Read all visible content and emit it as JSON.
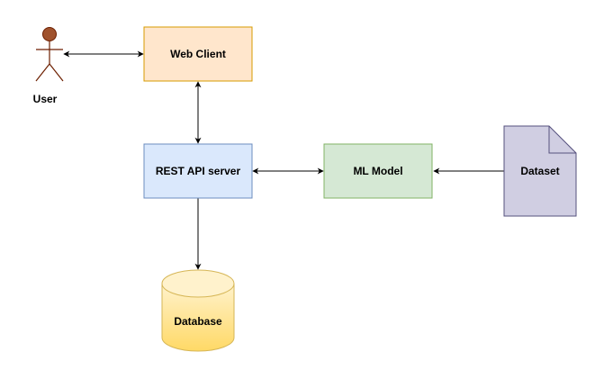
{
  "diagram": {
    "nodes": {
      "user": {
        "label": "User",
        "fill": "#a0522d",
        "stroke": "#6d1f00"
      },
      "web_client": {
        "label": "Web Client",
        "fill": "#ffe6cc",
        "stroke": "#d79b00"
      },
      "rest_api": {
        "label": "REST API server",
        "fill": "#dae8fc",
        "stroke": "#6c8ebf"
      },
      "ml_model": {
        "label": "ML Model",
        "fill": "#d5e8d4",
        "stroke": "#82b366"
      },
      "dataset": {
        "label": "Dataset",
        "fill": "#d0cee2",
        "stroke": "#56517e"
      },
      "database": {
        "label": "Database",
        "fill_top": "#fff2cc",
        "fill_bottom": "#ffd966",
        "stroke": "#d6b656"
      }
    },
    "edges": [
      {
        "from": "user",
        "to": "web_client",
        "direction": "both"
      },
      {
        "from": "web_client",
        "to": "rest_api",
        "direction": "both"
      },
      {
        "from": "rest_api",
        "to": "ml_model",
        "direction": "both"
      },
      {
        "from": "dataset",
        "to": "ml_model",
        "direction": "forward"
      },
      {
        "from": "rest_api",
        "to": "database",
        "direction": "forward"
      }
    ],
    "edge_color": "#000000"
  }
}
